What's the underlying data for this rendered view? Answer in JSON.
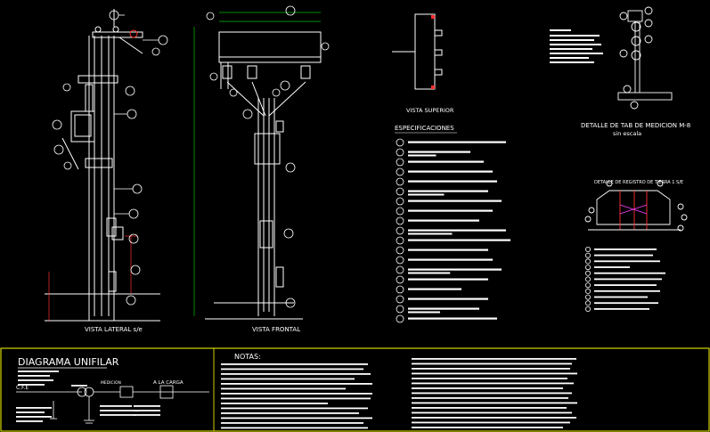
{
  "drawing": {
    "view_lateral": "VISTA LATERAL s/e",
    "view_frontal": "VISTA FRONTAL",
    "view_superior": "VISTA SUPERIOR",
    "specs_title": "ESPECIFICACIONES",
    "detalle_tab_line1": "DETALLE DE TAB  DE MEDICION M-8",
    "detalle_tab_line2": "sin escala",
    "detalle_tierra": "DETALLE DE REGISTRO DE TIERRA 1 S/E",
    "diagram_title": "DIAGRAMA  UNIFILAR",
    "notes_title": "NOTAS:"
  },
  "unifilar": {
    "cfe": "C.F.E",
    "a_la_carga": "A LA CARGA",
    "medicion": "MEDICION"
  },
  "colors": {
    "background": "#000000",
    "line": "#ffffff",
    "dimension": "#00c000",
    "accent_red": "#ff3030",
    "magenta": "#ff40ff",
    "frame": "#ffff00"
  },
  "icons": [
    "pole-icon",
    "insulator-icon",
    "transformer-icon",
    "meter-icon",
    "ground-rod-icon"
  ]
}
